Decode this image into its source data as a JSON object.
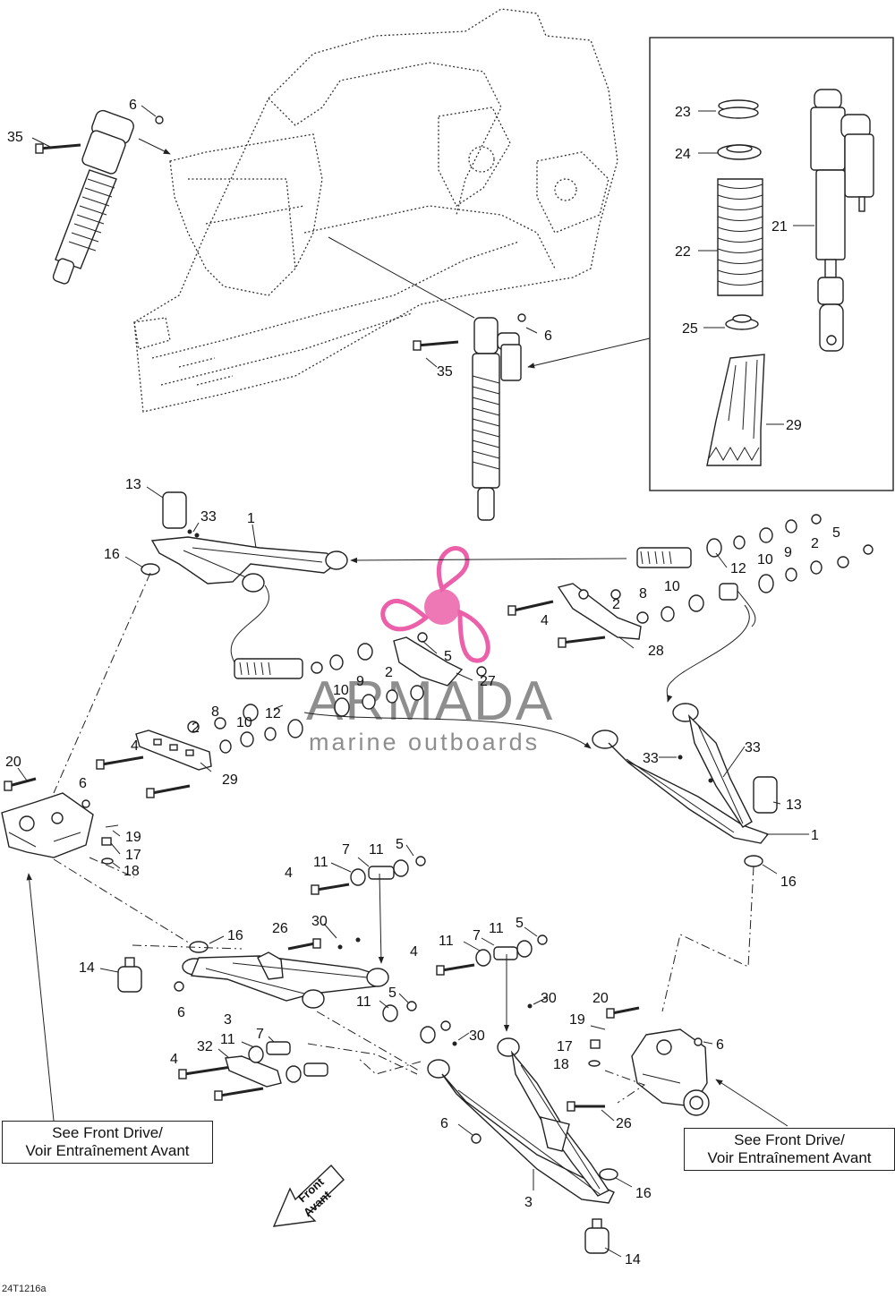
{
  "diagram": {
    "notes": {
      "left_see_front_drive": [
        "See Front Drive/",
        "Voir Entraînement Avant"
      ],
      "right_see_front_drive": [
        "See Front Drive/",
        "Voir Entraînement Avant"
      ]
    },
    "front_arrow": [
      "Front",
      "Avant"
    ],
    "drawing_id": "24T1216a",
    "watermark": {
      "name": "ARMADA",
      "subtitle": "marine outboards",
      "logo_color": "#e94fa0"
    },
    "callouts": {
      "c_35_top": "35",
      "c_6_top": "6",
      "c_6_mid": "6",
      "c_35_mid": "35",
      "c_23": "23",
      "c_24": "24",
      "c_22": "22",
      "c_21": "21",
      "c_25": "25",
      "c_29_inset": "29",
      "c_13_left": "13",
      "c_33_left": "33",
      "c_1_left": "1",
      "c_16_left": "16",
      "c_5_r1": "5",
      "c_2_r1": "2",
      "c_9_r1": "9",
      "c_10_r1": "10",
      "c_12_r1": "12",
      "c_8_r1": "8",
      "c_2_r2": "2",
      "c_10_r2": "10",
      "c_4_r": "4",
      "c_28": "28",
      "c_5_c": "5",
      "c_2_c": "2",
      "c_9_c": "9",
      "c_10_c": "10",
      "c_27": "27",
      "c_8_l": "8",
      "c_2_l": "2",
      "c_10_l": "10",
      "c_12_l": "12",
      "c_4_l": "4",
      "c_29_l": "29",
      "c_33_r1": "33",
      "c_33_r2": "33",
      "c_13_right": "13",
      "c_1_right": "1",
      "c_16_right": "16",
      "c_20_left": "20",
      "c_6_knuckle": "6",
      "c_19_left": "19",
      "c_17_left": "17",
      "c_18_left": "18",
      "c_7_a": "7",
      "c_11_a1": "11",
      "c_11_a2": "11",
      "c_5_a": "5",
      "c_4_a": "4",
      "c_16_lower": "16",
      "c_26_a": "26",
      "c_30_a": "30",
      "c_14_left": "14",
      "c_6_lower": "6",
      "c_3_left": "3",
      "c_11_b": "11",
      "c_5_b": "5",
      "c_7_b": "7",
      "c_11_b2": "11",
      "c_5_b2": "5",
      "c_4_b": "4",
      "c_11_b3": "11",
      "c_30_b": "30",
      "c_30_c": "30",
      "c_7_c": "7",
      "c_11_c": "11",
      "c_4_c": "4",
      "c_32": "32",
      "c_20_right": "20",
      "c_19_right": "19",
      "c_17_right": "17",
      "c_18_right": "18",
      "c_6_rknuckle": "6",
      "c_26_b": "26",
      "c_6_b": "6",
      "c_3_right": "3",
      "c_16_br": "16",
      "c_14_right": "14"
    }
  }
}
